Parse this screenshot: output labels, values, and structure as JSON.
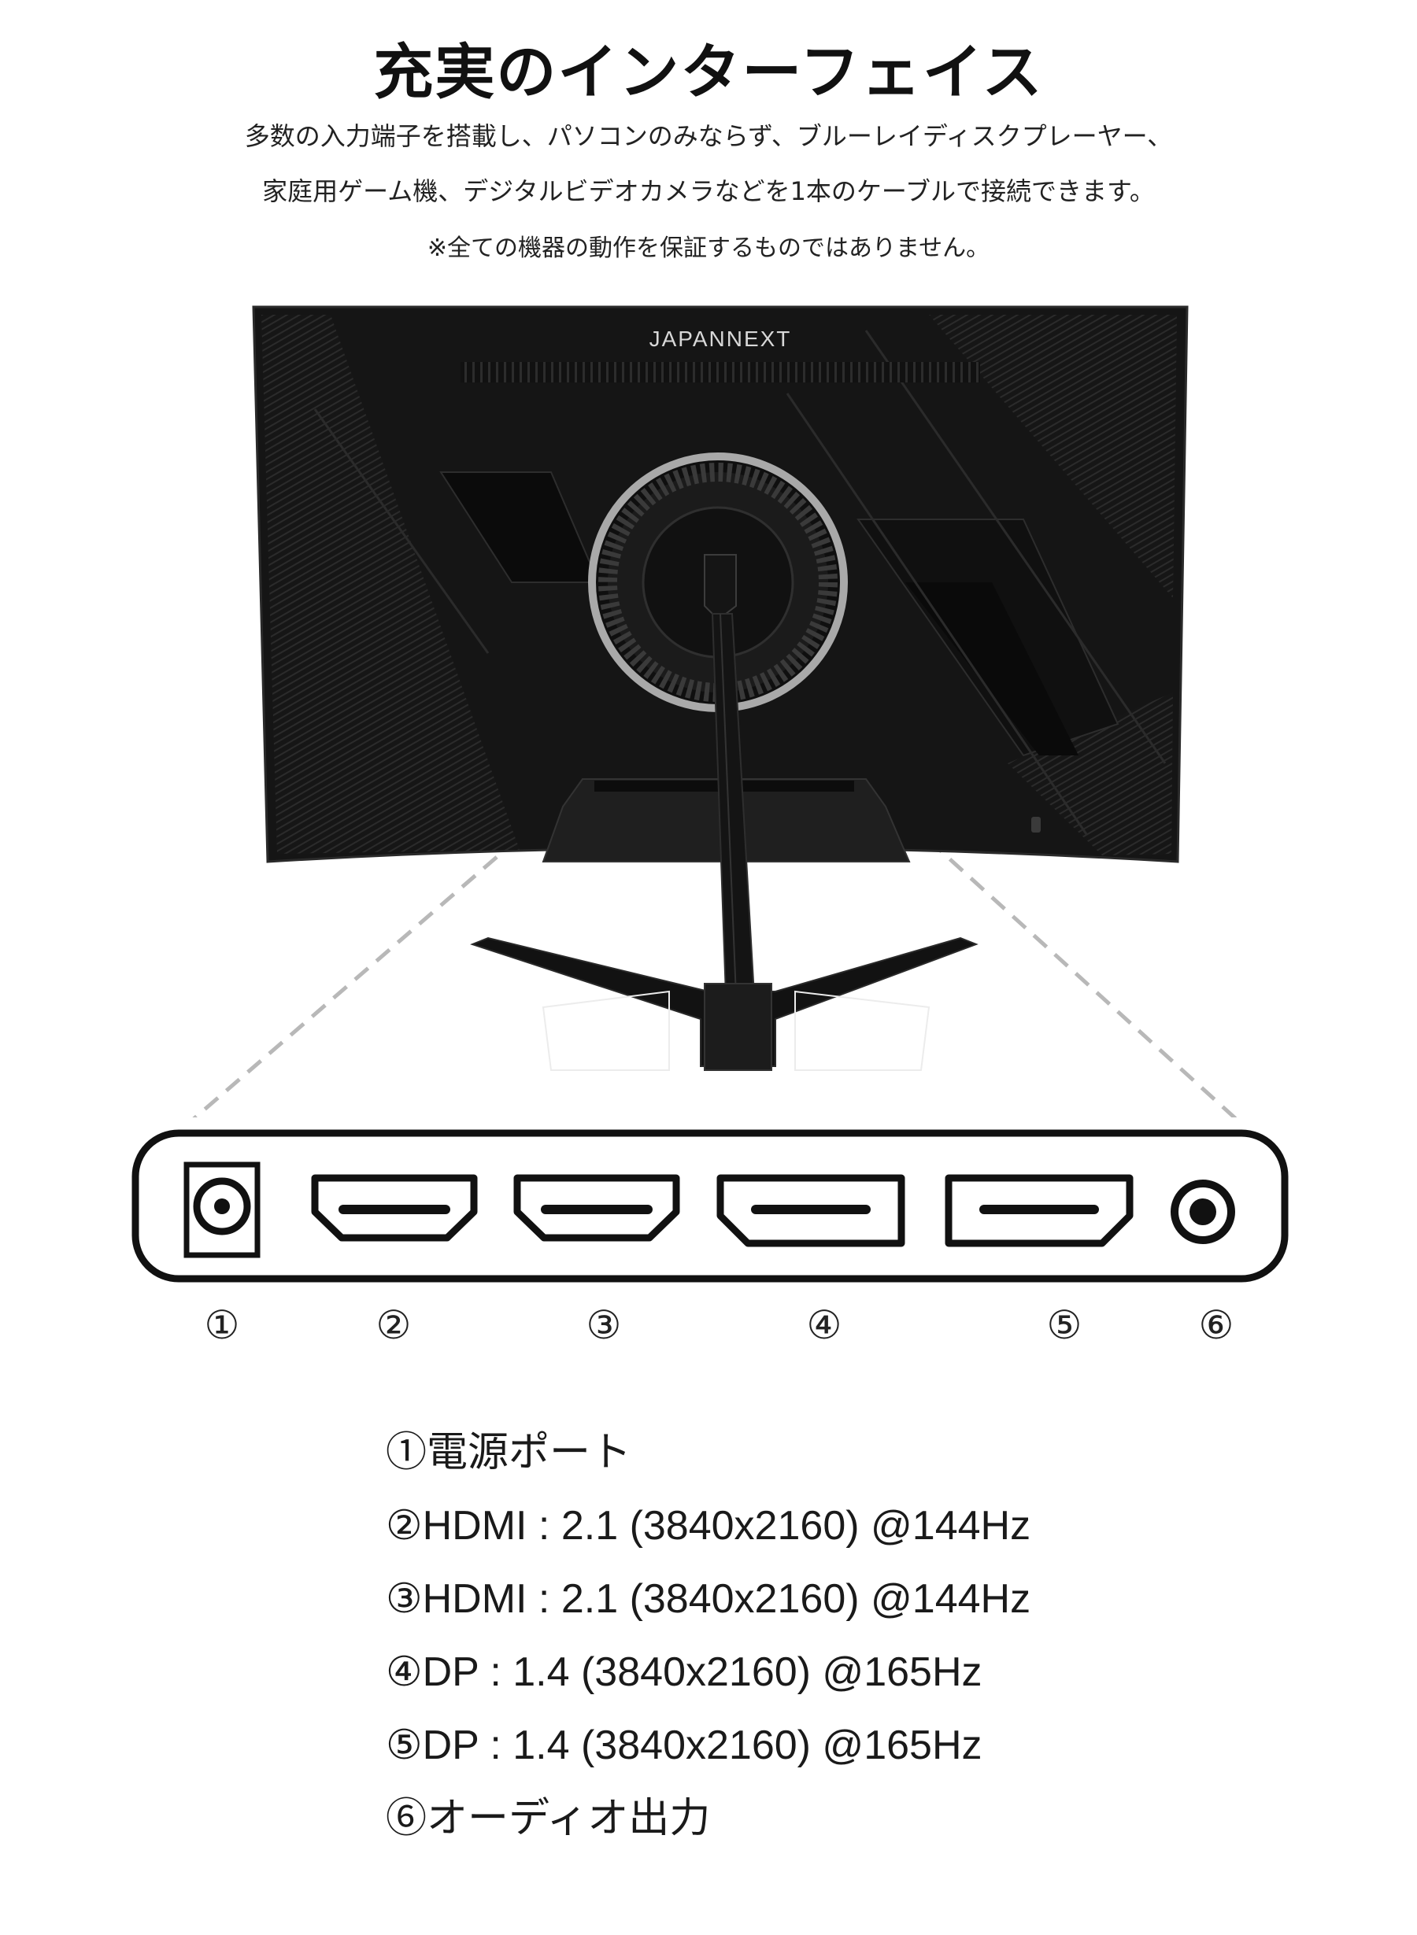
{
  "title": "充実のインターフェイス",
  "description_lines": [
    "多数の入力端子を搭載し、パソコンのみならず、ブルーレイディスクプレーヤー、",
    "家庭用ゲーム機、デジタルビデオカメラなどを1本のケーブルで接続できます。"
  ],
  "note": "※全ての機器の動作を保証するものではありません。",
  "monitor": {
    "brand": "JAPANNEXT",
    "colors": {
      "body": "#141414",
      "panel_edge": "#2a2a2a",
      "ring": "#a9a9a9"
    }
  },
  "ports": [
    {
      "number": "①",
      "icon": "dc-power-port-icon",
      "label": "①電源ポート"
    },
    {
      "number": "②",
      "icon": "hdmi-port-icon",
      "label": "②HDMI : 2.1 (3840x2160) @144Hz"
    },
    {
      "number": "③",
      "icon": "hdmi-port-icon",
      "label": "③HDMI : 2.1 (3840x2160) @144Hz"
    },
    {
      "number": "④",
      "icon": "displayport-icon",
      "label": "④DP : 1.4 (3840x2160) @165Hz"
    },
    {
      "number": "⑤",
      "icon": "displayport-icon",
      "label": "⑤DP : 1.4 (3840x2160) @165Hz"
    },
    {
      "number": "⑥",
      "icon": "audio-jack-icon",
      "label": "⑥オーディオ出力"
    }
  ]
}
